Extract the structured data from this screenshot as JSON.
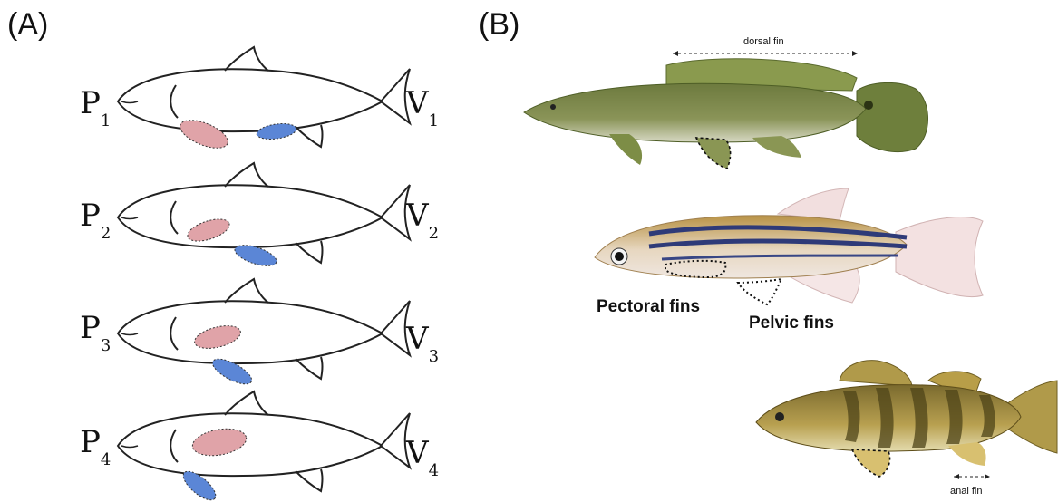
{
  "panels": {
    "a_label": "(A)",
    "b_label": "(B)"
  },
  "panel_a": {
    "rows": [
      {
        "p": "P",
        "p_sub": "1",
        "v": "V",
        "v_sub": "1"
      },
      {
        "p": "P",
        "p_sub": "2",
        "v": "V",
        "v_sub": "2"
      },
      {
        "p": "P",
        "p_sub": "3",
        "v": "V",
        "v_sub": "3"
      },
      {
        "p": "P",
        "p_sub": "4",
        "v": "V",
        "v_sub": "4"
      }
    ],
    "colors": {
      "pectoral": "#e0a3a8",
      "pelvic": "#5b86d6"
    }
  },
  "panel_b": {
    "dorsal_fin_label": "dorsal fin",
    "pectoral_label": "Pectoral fins",
    "pelvic_label": "Pelvic fins",
    "anal_fin_label": "anal fin"
  }
}
